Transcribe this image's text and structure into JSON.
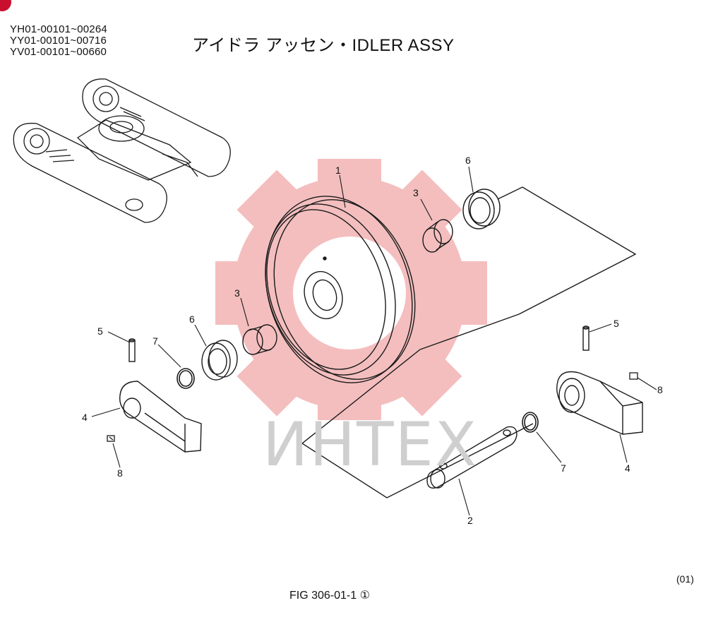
{
  "header": {
    "serial_ranges": [
      "YH01-00101~00264",
      "YY01-00101~00716",
      "YV01-00101~00660"
    ],
    "title": "アイドラ アッセン・IDLER ASSY"
  },
  "watermark": {
    "text": "ИНТЕХ",
    "gear_color": "#f3b3b3",
    "text_color": "#cfcfcf"
  },
  "callouts": [
    {
      "id": "c1",
      "number": "1"
    },
    {
      "id": "c3a",
      "number": "3"
    },
    {
      "id": "c6a",
      "number": "6"
    },
    {
      "id": "c3b",
      "number": "3"
    },
    {
      "id": "c6b",
      "number": "6"
    },
    {
      "id": "c5a",
      "number": "5"
    },
    {
      "id": "c7a",
      "number": "7"
    },
    {
      "id": "c4a",
      "number": "4"
    },
    {
      "id": "c8a",
      "number": "8"
    },
    {
      "id": "c5b",
      "number": "5"
    },
    {
      "id": "c8b",
      "number": "8"
    },
    {
      "id": "c7b",
      "number": "7"
    },
    {
      "id": "c4b",
      "number": "4"
    },
    {
      "id": "c2",
      "number": "2"
    }
  ],
  "footer": {
    "figure": "FIG 306-01-1 ①",
    "corner_note": "(01)"
  },
  "colors": {
    "brand_badge": "#c8102e",
    "line": "#1a1a1a"
  }
}
